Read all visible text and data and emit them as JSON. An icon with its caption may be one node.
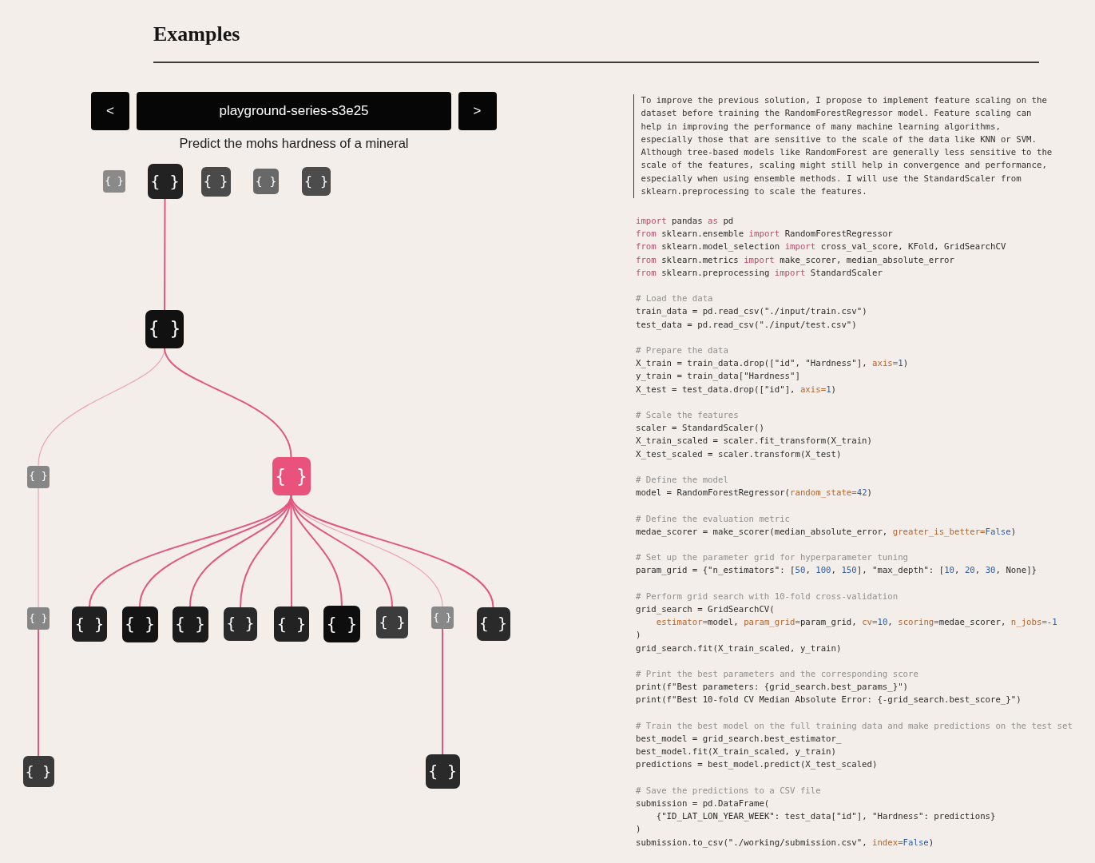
{
  "diagram": {
    "title": "Examples",
    "nodes": [
      {
        "text": [
          "<"
        ]
      },
      {
        "text": [
          "playground-series-s3e25"
        ]
      },
      {
        "text": [
          ">"
        ]
      },
      {
        "text": [
          "{ }"
        ]
      },
      {
        "text": [
          "{ }"
        ]
      },
      {
        "text": [
          "{ }"
        ]
      },
      {
        "text": [
          "{ }"
        ]
      },
      {
        "text": [
          "{ }"
        ]
      },
      {
        "text": [
          "{ }"
        ]
      },
      {
        "text": [
          "{ }"
        ]
      },
      {
        "text": [
          "{ }"
        ]
      },
      {
        "text": [
          "{ }"
        ]
      },
      {
        "text": [
          "{ }"
        ]
      },
      {
        "text": [
          "{ }"
        ]
      },
      {
        "text": [
          "{ }"
        ]
      },
      {
        "text": [
          "{ }"
        ]
      },
      {
        "text": [
          "{ }"
        ]
      },
      {
        "text": [
          "{ }"
        ]
      },
      {
        "text": [
          "{ }"
        ]
      },
      {
        "text": [
          "{ }"
        ]
      },
      {
        "text": [
          "{ }"
        ]
      },
      {
        "text": [
          "{ }"
        ]
      },
      {
        "text": [
          "{ }"
        ]
      }
    ],
    "edges": [
      {
        "from": 4,
        "to": 8,
        "arrow": "none"
      },
      {
        "from": 8,
        "to": 9,
        "arrow": "none",
        "color": "#f0a2b8"
      },
      {
        "from": 8,
        "to": 10,
        "arrow": "none"
      },
      {
        "from": 9,
        "to": 11,
        "arrow": "none",
        "color": "#f0a2b8"
      },
      {
        "from": 11,
        "to": 21,
        "arrow": "none"
      },
      {
        "from": 10,
        "to": 12,
        "arrow": "none"
      },
      {
        "from": 10,
        "to": 13,
        "arrow": "none"
      },
      {
        "from": 10,
        "to": 14,
        "arrow": "none"
      },
      {
        "from": 10,
        "to": 15,
        "arrow": "none"
      },
      {
        "from": 10,
        "to": 16,
        "arrow": "none"
      },
      {
        "from": 10,
        "to": 17,
        "arrow": "none"
      },
      {
        "from": 10,
        "to": 18,
        "arrow": "none"
      },
      {
        "from": 10,
        "to": 19,
        "arrow": "none",
        "color": "#f0a2b8"
      },
      {
        "from": 10,
        "to": 20,
        "arrow": "none"
      },
      {
        "from": 19,
        "to": 22,
        "arrow": "none"
      }
    ],
    "labels": [
      "Predict the mohs hardness of a mineral",
      "To improve the previous solution, I propose to implement feature scaling on the dataset before training the RandomForestRegressor model. Feature scaling can help in improving the performance of many machine learning algorithms, especially those that are sensitive to the scale of the data like KNN or SVM. Although tree-based models like RandomForest are generally less sensitive to the scale of the features, scaling might still help in convergence and performance, especially when using ensemble methods. I will use the StandardScaler from sklearn.preprocessing to scale the features.",
      "import pandas as pd",
      "from sklearn.ensemble import RandomForestRegressor",
      "from sklearn.model_selection import cross_val_score, KFold, GridSearchCV",
      "from sklearn.metrics import make_scorer, median_absolute_error",
      "from sklearn.preprocessing import StandardScaler",
      "# Load the data",
      "train_data = pd.read_csv(\"./input/train.csv\")",
      "test_data = pd.read_csv(\"./input/test.csv\")",
      "# Prepare the data",
      "X_train = train_data.drop([\"id\", \"Hardness\"], axis=1)",
      "y_train = train_data[\"Hardness\"]",
      "X_test = test_data.drop([\"id\"], axis=1)",
      "# Scale the features",
      "scaler = StandardScaler()",
      "X_train_scaled = scaler.fit_transform(X_train)",
      "X_test_scaled = scaler.transform(X_test)",
      "# Define the model",
      "model = RandomForestRegressor(random_state=42)",
      "# Define the evaluation metric",
      "medae_scorer = make_scorer(median_absolute_error, greater_is_better=False)",
      "# Set up the parameter grid for hyperparameter tuning",
      "param_grid = {\"n_estimators\": [50, 100, 150], \"max_depth\": [10, 20, 30, None]}",
      "# Perform grid search with 10-fold cross-validation",
      "grid_search = GridSearchCV(",
      "    estimator=model, param_grid=param_grid, cv=10, scoring=medae_scorer, n_jobs=-1",
      ")",
      "grid_search.fit(X_train_scaled, y_train)",
      "# Print the best parameters and the corresponding score",
      "print(f\"Best parameters: {grid_search.best_params_}\")",
      "print(f\"Best 10-fold CV Median Absolute Error: {-grid_search.best_score_}\")",
      "# Train the best model on the full training data and make predictions on the test set",
      "best_model = grid_search.best_estimator_",
      "best_model.fit(X_train_scaled, y_train)",
      "predictions = best_model.predict(X_test_scaled)",
      "# Save the predictions to a CSV file",
      "submission = pd.DataFrame(",
      "    {\"ID_LAT_LON_YEAR_WEEK\": test_data[\"id\"], \"Hardness\": predictions}",
      ")",
      "submission.to_csv(\"./working/submission.csv\", index=False)"
    ]
  }
}
